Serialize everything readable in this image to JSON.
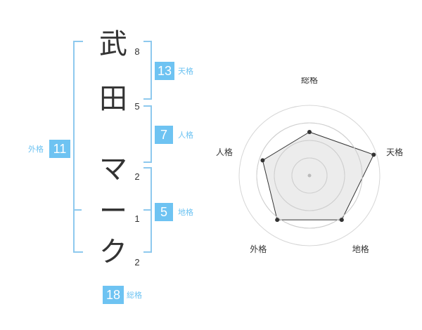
{
  "characters": [
    {
      "char": "武",
      "strokes": "8"
    },
    {
      "char": "田",
      "strokes": "5"
    },
    {
      "char": "マ",
      "strokes": "2"
    },
    {
      "char": "ー",
      "strokes": "1"
    },
    {
      "char": "ク",
      "strokes": "2"
    }
  ],
  "fortunes": {
    "tenkaku": {
      "value": "13",
      "label": "天格"
    },
    "jinkaku": {
      "value": "7",
      "label": "人格"
    },
    "chikaku": {
      "value": "5",
      "label": "地格"
    },
    "gaikaku": {
      "value": "11",
      "label": "外格"
    },
    "soukaku": {
      "value": "18",
      "label": "総格"
    }
  },
  "colors": {
    "accent": "#6ec3f2",
    "bracket": "#8ec9ee",
    "text": "#333333"
  },
  "chart_data": {
    "type": "radar",
    "axes": [
      "総格",
      "天格",
      "地格",
      "外格",
      "人格"
    ],
    "values": [
      0.62,
      0.96,
      0.78,
      0.78,
      0.7
    ],
    "rings": 4,
    "grid": true
  }
}
